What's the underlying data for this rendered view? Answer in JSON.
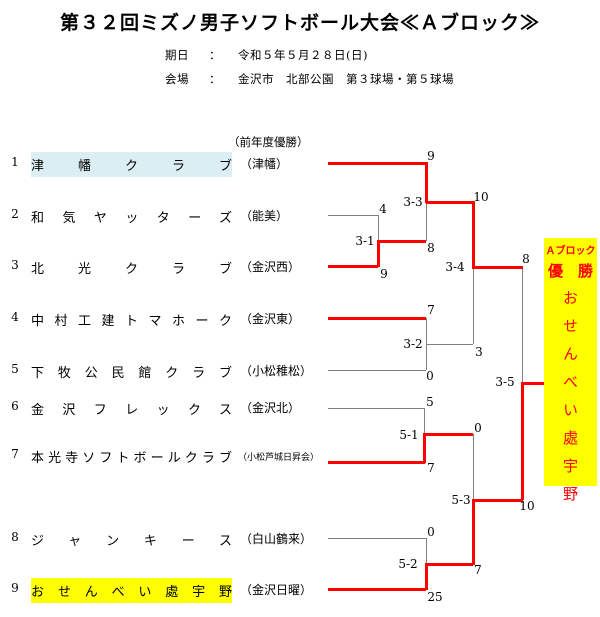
{
  "title": "第３２回ミズノ男子ソフトボール大会≪Ａブロック≫",
  "info": {
    "date_label": "期日",
    "date_colon": "：",
    "date_value": "令和５年５月２８日(日)",
    "venue_label": "会場",
    "venue_colon": "：",
    "venue_value": "金沢市　北部公園　第３球場・第５球場"
  },
  "prev_champion_note": "（前年度優勝）",
  "teams": [
    {
      "seed": "1",
      "name": "津幡クラブ",
      "affiliation": "（津幡）"
    },
    {
      "seed": "2",
      "name": "和気ヤッターズ",
      "affiliation": "（能美）"
    },
    {
      "seed": "3",
      "name": "北光クラブ",
      "affiliation": "（金沢西）"
    },
    {
      "seed": "4",
      "name": "中村工建トマホーク",
      "affiliation": "（金沢東）"
    },
    {
      "seed": "5",
      "name": "下牧公民館クラブ",
      "affiliation": "（小松稚松）"
    },
    {
      "seed": "6",
      "name": "金沢フレックス",
      "affiliation": "（金沢北）"
    },
    {
      "seed": "7",
      "name": "本光寺ソフトボールクラブ",
      "affiliation": "（小松芦城日昇会）"
    },
    {
      "seed": "8",
      "name": "ジャンキース",
      "affiliation": "（白山鶴来）"
    },
    {
      "seed": "9",
      "name": "おせんべい處宇野",
      "affiliation": "（金沢日曜）"
    }
  ],
  "bracket": {
    "games": [
      {
        "id": "3-1",
        "top_score": "4",
        "bottom_score": "9",
        "winner_side": "bottom"
      },
      {
        "id": "3-2",
        "top_score": "7",
        "bottom_score": "0",
        "winner_side": "top"
      },
      {
        "id": "5-1",
        "top_score": "5",
        "bottom_score": "7",
        "winner_side": "bottom"
      },
      {
        "id": "5-2",
        "top_score": "0",
        "bottom_score": "25",
        "winner_side": "bottom"
      },
      {
        "id": "3-3",
        "top_score": "9",
        "bottom_score": "8",
        "winner_side": "top"
      },
      {
        "id": "5-3",
        "top_score": "0",
        "bottom_score": "7",
        "winner_side": "bottom"
      },
      {
        "id": "3-4",
        "top_score": "10",
        "bottom_score": "3",
        "winner_side": "top"
      },
      {
        "id": "3-5",
        "top_score": "8",
        "bottom_score": "10",
        "winner_side": "bottom"
      }
    ]
  },
  "champion": {
    "block_label": "Ａブロック",
    "title": "優　勝",
    "name": "おせんべい處宇野"
  },
  "colors": {
    "winner_line": "#ff0000",
    "line": "#808080",
    "seed1_highlight": "#daeef3",
    "seed9_highlight": "#ffff00",
    "champion_bg": "#ffff00",
    "champion_text": "#ff0000"
  }
}
